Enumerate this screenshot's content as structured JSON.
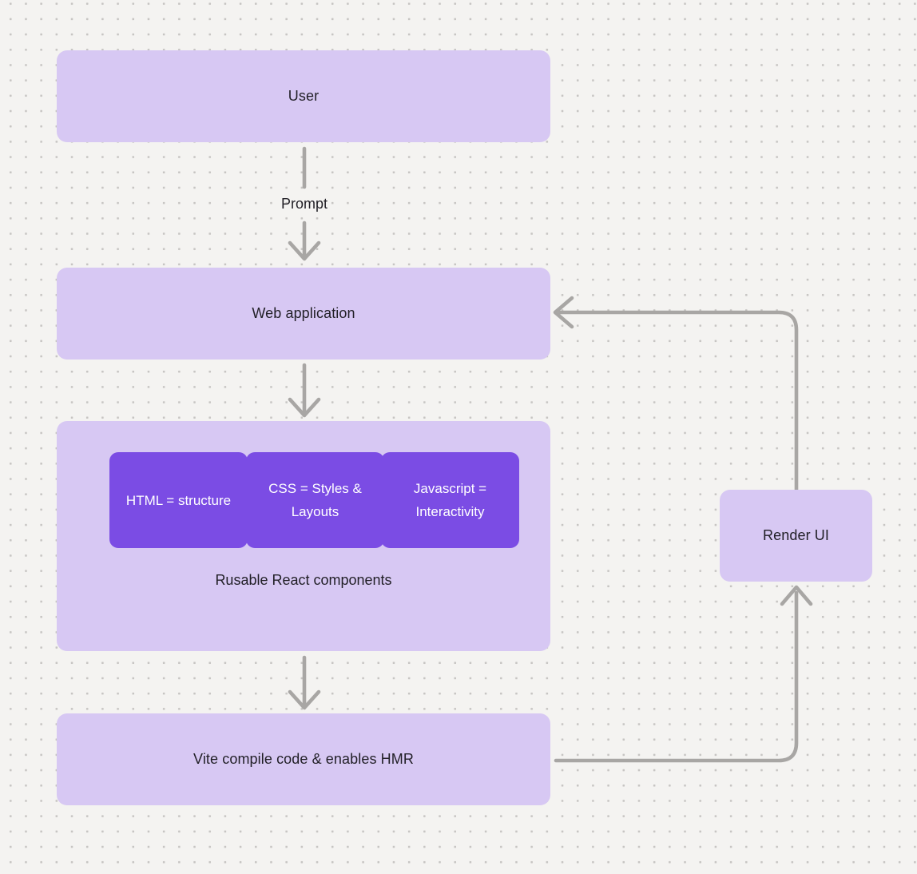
{
  "diagram": {
    "nodes": {
      "user": {
        "label": "User"
      },
      "web_application": {
        "label": "Web application"
      },
      "components_group": {
        "caption": "Rusable React components",
        "children": [
          {
            "label": "HTML = structure"
          },
          {
            "label": "CSS = Styles & Layouts"
          },
          {
            "label": "Javascript = Interactivity"
          }
        ]
      },
      "vite": {
        "label": "Vite compile code & enables HMR"
      },
      "render_ui": {
        "label": "Render UI"
      }
    },
    "edges": {
      "user_to_webapp_label": "Prompt"
    }
  },
  "colors": {
    "background": "#f4f3f1",
    "dot": "#c7c5c3",
    "box_light": "#d7c8f3",
    "box_dark": "#7b4ce4",
    "connector": "#a8a6a4",
    "text_dark": "#211f26",
    "text_light": "#ffffff"
  }
}
